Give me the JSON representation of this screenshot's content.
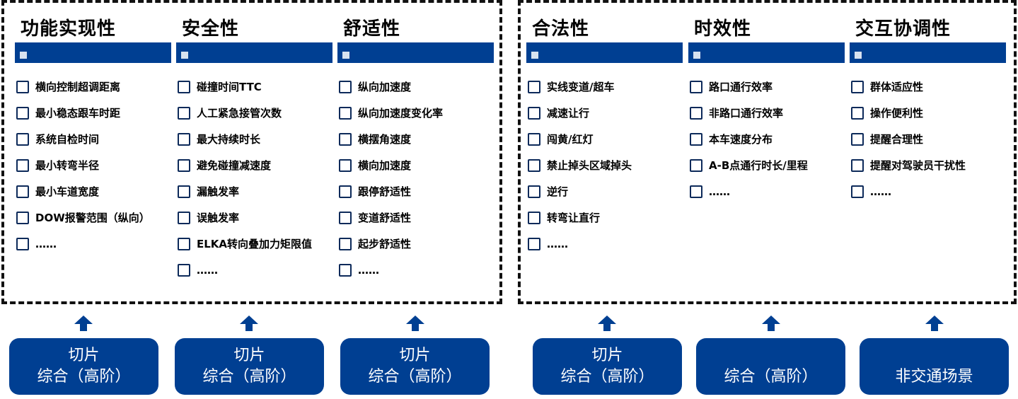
{
  "left_group": {
    "columns": [
      {
        "title": "功能实现性",
        "items": [
          "横向控制超调距离",
          "最小稳态跟车时距",
          "系统自检时间",
          "最小转弯半径",
          "最小车道宽度",
          "DOW报警范围（纵向）",
          "……"
        ]
      },
      {
        "title": "安全性",
        "items": [
          "碰撞时间TTC",
          "人工紧急接管次数",
          "最大持续时长",
          "避免碰撞减速度",
          "漏触发率",
          "误触发率",
          "ELKA转向叠加力矩限值",
          "……"
        ]
      },
      {
        "title": "舒适性",
        "items": [
          "纵向加速度",
          "纵向加速度变化率",
          "横摆角速度",
          "横向加速度",
          "跟停舒适性",
          "变道舒适性",
          "起步舒适性",
          "……"
        ]
      }
    ]
  },
  "right_group": {
    "columns": [
      {
        "title": "合法性",
        "items": [
          "实线变道/超车",
          "减速让行",
          "闯黄/红灯",
          "禁止掉头区域掉头",
          "逆行",
          "转弯让直行",
          "……"
        ]
      },
      {
        "title": "时效性",
        "items": [
          "路口通行效率",
          "非路口通行效率",
          "本车速度分布",
          "A-B点通行时长/里程",
          "……"
        ]
      },
      {
        "title": "交互协调性",
        "items": [
          "群体适应性",
          "操作便利性",
          "提醒合理性",
          "提醒对驾驶员干扰性",
          "……"
        ]
      }
    ]
  },
  "sources": [
    {
      "line1": "切片",
      "line2": "综合（高阶）"
    },
    {
      "line1": "切片",
      "line2": "综合（高阶）"
    },
    {
      "line1": "切片",
      "line2": "综合（高阶）"
    },
    {
      "line1": "切片",
      "line2": "综合（高阶）"
    },
    {
      "line1": "",
      "line2": "综合（高阶）"
    },
    {
      "line1": "",
      "line2": "非交通场景"
    }
  ],
  "colors": {
    "accent": "#003f92",
    "box_text": "#ffffff",
    "border": "#111111"
  }
}
